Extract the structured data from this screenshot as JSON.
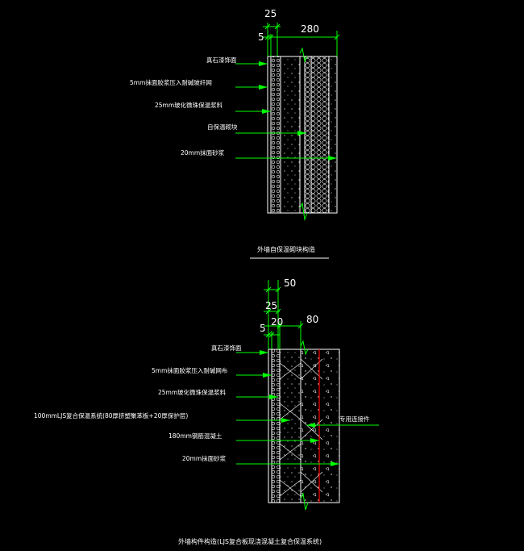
{
  "detail1": {
    "dims": {
      "d25": "25",
      "d5": "5",
      "d280": "280"
    },
    "labels": [
      "真石漆饰面",
      "5mm抹面胶浆压入耐碱玻纤网",
      "25mm玻化微珠保温浆料",
      "自保温砌块",
      "20mm抹面砂浆"
    ],
    "caption": "外墙自保温砌块构造"
  },
  "detail2": {
    "dims": {
      "d50": "50",
      "d25": "25",
      "d5": "5",
      "d20": "20",
      "d80": "80"
    },
    "labels": [
      "真石漆饰面",
      "5mm抹面胶浆压入耐碱网布",
      "25mm玻化微珠保温浆料",
      "100mmLJS复合保温系统(80厚挤塑聚苯板+20厚保护层)",
      "180mm钢筋混凝土",
      "20mm抹面砂浆"
    ],
    "right_label": "专用连接件",
    "caption": "外墙构件构造(LJS复合板现浇混凝土复合保温系统)"
  },
  "colors": {
    "background": "#000000",
    "leader": "#00ff00",
    "line": "#ffffff",
    "accent": "#ff0000"
  }
}
